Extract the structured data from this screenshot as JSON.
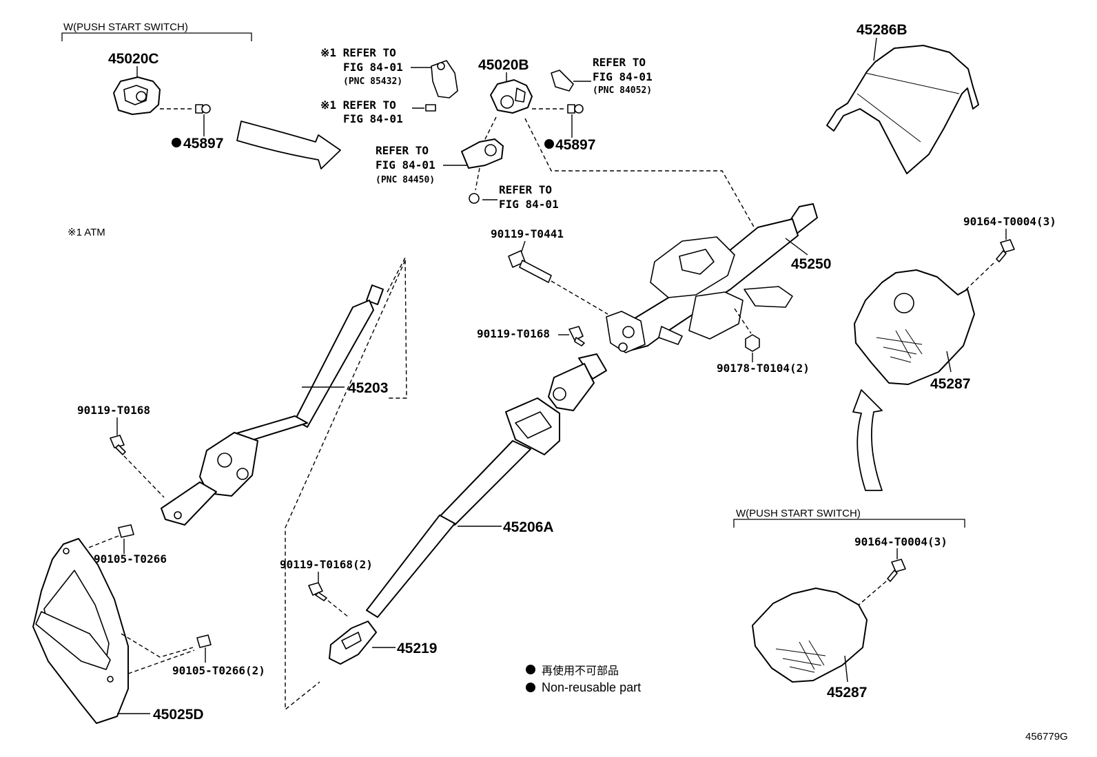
{
  "push_start_switch_top": "W(PUSH START SWITCH)",
  "push_start_switch_bottom": "W(PUSH START SWITCH)",
  "atm_note": "※1 ATM",
  "legend": {
    "non_reusable_jp": "再使用不可部品",
    "non_reusable_en": "Non-reusable part"
  },
  "figure_code": "456779G",
  "parts": {
    "p45020C": "45020C",
    "p45897_left": "45897",
    "p45020B": "45020B",
    "p45897_right": "45897",
    "p45286B": "45286B",
    "p45250": "45250",
    "p45203": "45203",
    "p45206A": "45206A",
    "p45219": "45219",
    "p45287_right": "45287",
    "p45287_bottom": "45287",
    "p45025D": "45025D",
    "bolt_0441": "90119-T0441",
    "bolt_0168_mid": "90119-T0168",
    "bolt_0168_left": "90119-T0168",
    "bolt_0168_2": "90119-T0168(2)",
    "nut_0104": "90178-T0104(2)",
    "screw_0004_top": "90164-T0004(3)",
    "screw_0004_bottom": "90164-T0004(3)",
    "bolt_0266": "90105-T0266",
    "bolt_0266_2": "90105-T0266(2)"
  },
  "refs": {
    "r1_l1": "※1 REFER TO",
    "r1_l2": "FIG 84-01",
    "r1_l3": "(PNC 85432)",
    "r2_l1": "※1 REFER TO",
    "r2_l2": "FIG 84-01",
    "r3_l1": "REFER TO",
    "r3_l2": "FIG 84-01",
    "r3_l3": "(PNC 84052)",
    "r4_l1": "REFER TO",
    "r4_l2": "FIG 84-01",
    "r4_l3": "(PNC 84450)",
    "r5_l1": "REFER TO",
    "r5_l2": "FIG 84-01"
  }
}
